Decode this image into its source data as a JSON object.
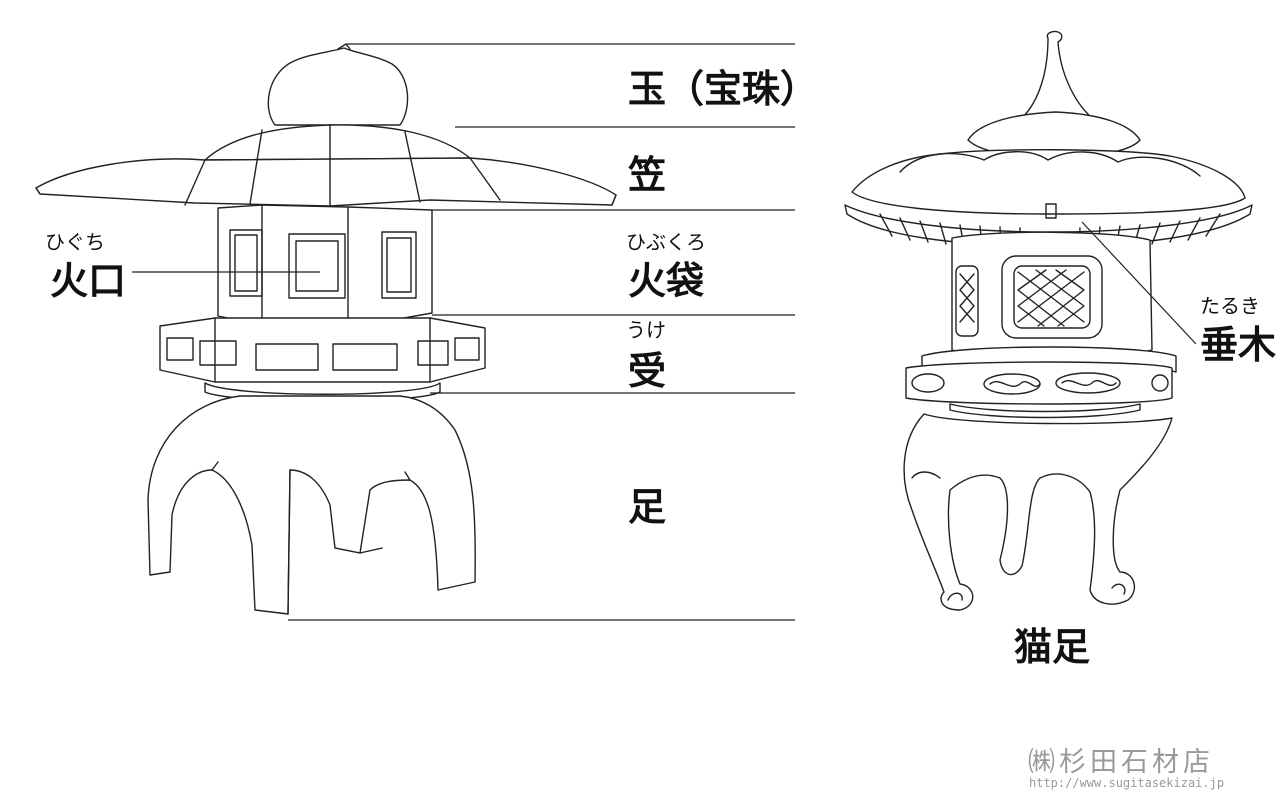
{
  "labels": {
    "tama": "玉（宝珠）",
    "kasa": "笠",
    "hibukuro": "火袋",
    "hibukuro_ruby": "ひぶくろ",
    "uke": "受",
    "uke_ruby": "うけ",
    "ashi": "足",
    "higuchi": "火口",
    "higuchi_ruby": "ひぐち",
    "taruki": "垂木",
    "taruki_ruby": "たるき",
    "nekoashi": "猫足"
  },
  "footer": {
    "company": "㈱杉田石材店",
    "url": "http://www.sugitasekizai.jp"
  },
  "colors": {
    "line": "#222222",
    "footer_text": "#9a9a9a"
  }
}
